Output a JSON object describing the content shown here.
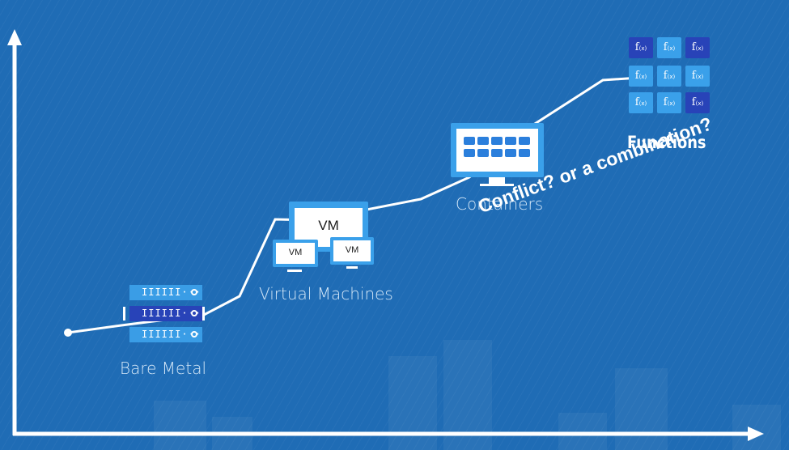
{
  "stages": {
    "bare_metal": {
      "label": "Bare Metal"
    },
    "virtual_machines": {
      "label": "Virtual Machines",
      "vm_text": "VM"
    },
    "containers": {
      "label": "Containers"
    },
    "functions": {
      "label": "Functions",
      "fx_text": "f",
      "fx_sub": "(x)"
    }
  },
  "question": "Conflict? or a combination?",
  "colors": {
    "background": "#1f6cb5",
    "light_blue": "#3aa0ea",
    "dark_blue": "#2843b8",
    "white": "#ffffff"
  }
}
